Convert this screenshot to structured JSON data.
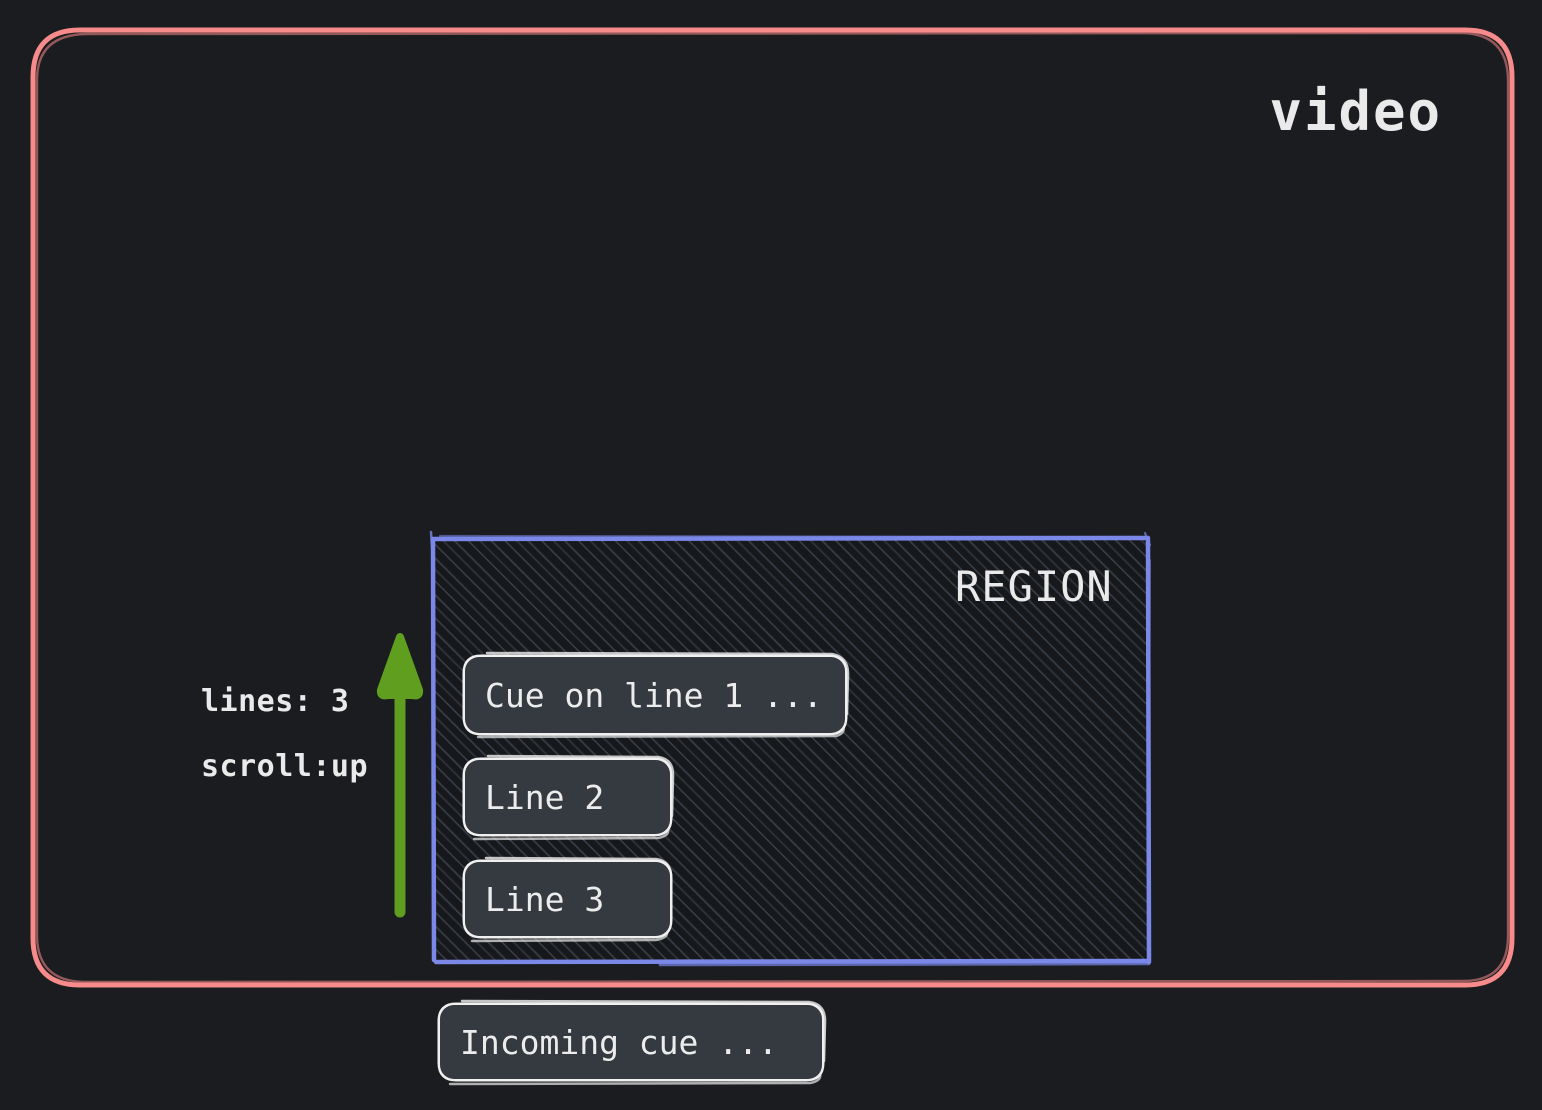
{
  "diagram": {
    "title": "video",
    "background_color": "#1a1c1f"
  },
  "video_frame": {
    "label": "video",
    "border_color": "#f78a8a",
    "style": "hand-drawn rounded rectangle"
  },
  "region": {
    "label": "REGION",
    "border_color": "#7b88e8",
    "fill_pattern": "diagonal-hatch",
    "hatch_color": "#3a4049"
  },
  "annotations": {
    "lines": "lines: 3",
    "scroll": "scroll:up",
    "arrow": {
      "name": "scroll-direction-arrow",
      "direction": "up",
      "color": "#5f9e1f"
    }
  },
  "cues": [
    {
      "text": "Cue on line 1 ..."
    },
    {
      "text": "Line 2"
    },
    {
      "text": "Line 3"
    }
  ],
  "incoming": {
    "text": "Incoming cue ..."
  },
  "colors": {
    "background": "#1a1c1f",
    "video_border": "#f78a8a",
    "region_border": "#7b88e8",
    "cue_fill": "#343a40",
    "cue_border": "#f0f0f0",
    "text": "#eaeaea",
    "arrow": "#5f9e1f"
  }
}
